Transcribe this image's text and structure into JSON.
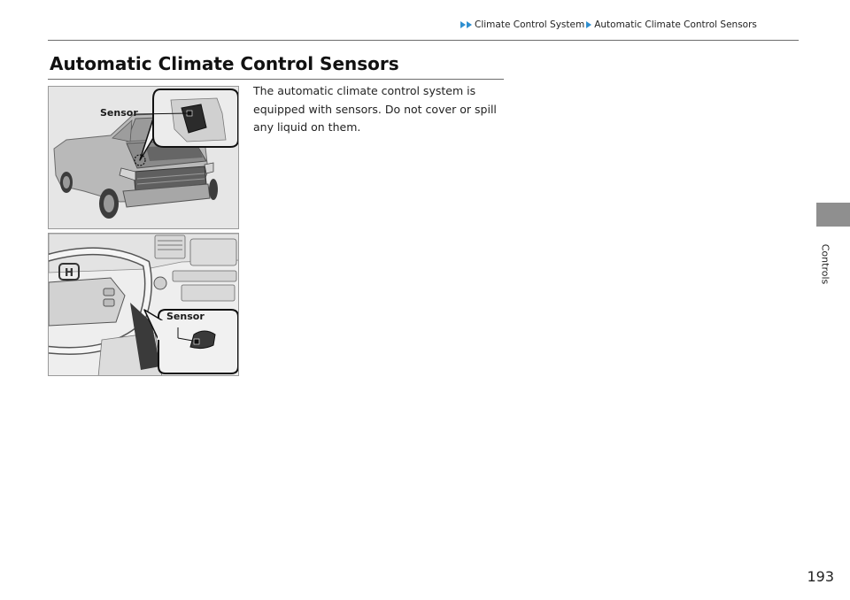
{
  "breadcrumb": {
    "section": "Climate Control System",
    "page": "Automatic Climate Control Sensors"
  },
  "title": "Automatic Climate Control Sensors",
  "body": "The automatic climate control system is equipped with sensors. Do not cover or spill any liquid on them.",
  "figures": {
    "exterior": {
      "callout": "Sensor"
    },
    "interior": {
      "callout": "Sensor"
    }
  },
  "side_tab": {
    "label": "Controls"
  },
  "page_number": "193"
}
